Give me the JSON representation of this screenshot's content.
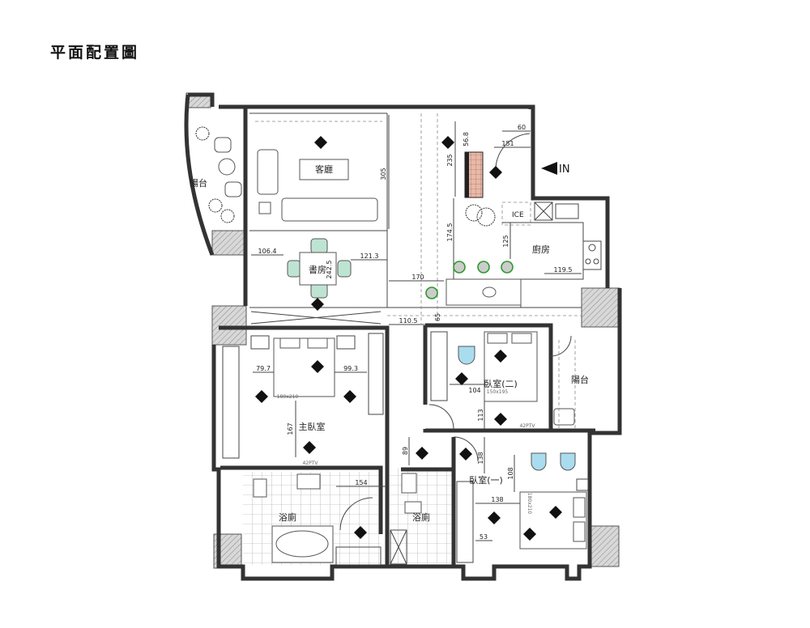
{
  "title": "平面配置圖",
  "rooms": {
    "living": "客廳",
    "study": "書房",
    "kitchen": "廚房",
    "ice": "ICE",
    "entry": "IN",
    "balcony_left": "陽台",
    "balcony_right": "陽台",
    "master_bedroom": "主臥室",
    "bedroom_2": "臥室(二)",
    "bedroom_1": "臥室(一)",
    "bath_master": "浴廁",
    "bath_2": "浴廁"
  },
  "bed_sizes": {
    "master": "180x210",
    "bedroom_2": "150x195",
    "bedroom_1": "180x210"
  },
  "dimensions": {
    "d305": "305",
    "d56_8": "56.8",
    "d235": "235",
    "d60": "60",
    "d151": "151",
    "d174_5": "174.5",
    "d125": "125",
    "d119_5": "119.5",
    "d106_4": "106.4",
    "d121_3": "121.3",
    "d242_5": "242.5",
    "d170": "170",
    "d110_5": "110.5",
    "d65": "65",
    "d79_7": "79.7",
    "d99_3": "99.3",
    "d167": "167",
    "d154": "154",
    "d104": "104",
    "d113": "113",
    "d89": "89",
    "d138a": "138",
    "d108": "108",
    "d138b": "138",
    "d53": "53"
  },
  "tv_labels": {
    "master": "42PTV",
    "bedroom_2": "42PTV"
  }
}
